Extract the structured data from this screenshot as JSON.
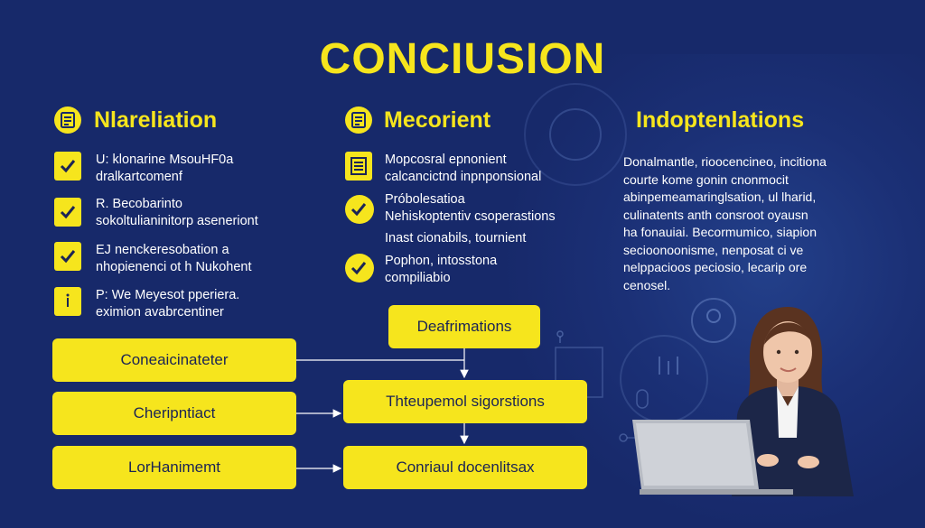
{
  "title": "CONCIUSION",
  "columns": [
    {
      "heading": "Nlareliation",
      "icon": "document-icon",
      "items": [
        {
          "icon": "check-icon",
          "line1": "U: klonarine MsouHF0a",
          "line2": "dralkartcomenf"
        },
        {
          "icon": "check-icon",
          "line1": "R. Becobarinto",
          "line2": "sokoltulianinitorp aseneriont"
        },
        {
          "icon": "check-icon",
          "line1": "EJ nenckeresobation a",
          "line2": "nhopienenci ot h Nukohent"
        },
        {
          "icon": "info-icon",
          "line1": "P: We Meyesot pperiera.",
          "line2": "eximion avabrcentiner"
        }
      ]
    },
    {
      "heading": "Mecorient",
      "icon": "document-icon",
      "items": [
        {
          "icon": "list-icon",
          "line1": "Mopcosral epnonient",
          "line2": "calcancictnd inpnponsional"
        },
        {
          "icon": "check-circle-icon",
          "line1": "Próbolesatioa",
          "line2": "Nehiskoptentiv csoperastions"
        },
        {
          "icon": "none",
          "line1": "Inast cionabils, tournient",
          "line2": ""
        },
        {
          "icon": "check-circle-icon",
          "line1": "Pophon, intosstona",
          "line2": "compiliabio"
        }
      ]
    },
    {
      "heading": "Indoptenlations",
      "paragraph": [
        "Donalmantle, rioocencineo, incitiona",
        "courte kome gonin cnonmocit",
        "abinpemeamaringlsation, ul lharid,",
        "culinatents anth consroot oyausn",
        "ha fonauiai. Becormumico, siapion",
        "secioonoonisme, nenposat ci ve",
        "nelppacioos peciosio, lecarip ore",
        "cenosel."
      ]
    }
  ],
  "flow": {
    "left_boxes": [
      "Coneaicinateter",
      "Cheripntiact",
      "LorHanimemt"
    ],
    "top_box": "Deafrimations",
    "mid_box": "Thteupemol sigorstions",
    "bottom_box": "Conriaul docenlitsax"
  },
  "colors": {
    "background": "#17296a",
    "accent": "#f6e51d",
    "box_text": "#1b2455",
    "text": "#ffffff"
  }
}
